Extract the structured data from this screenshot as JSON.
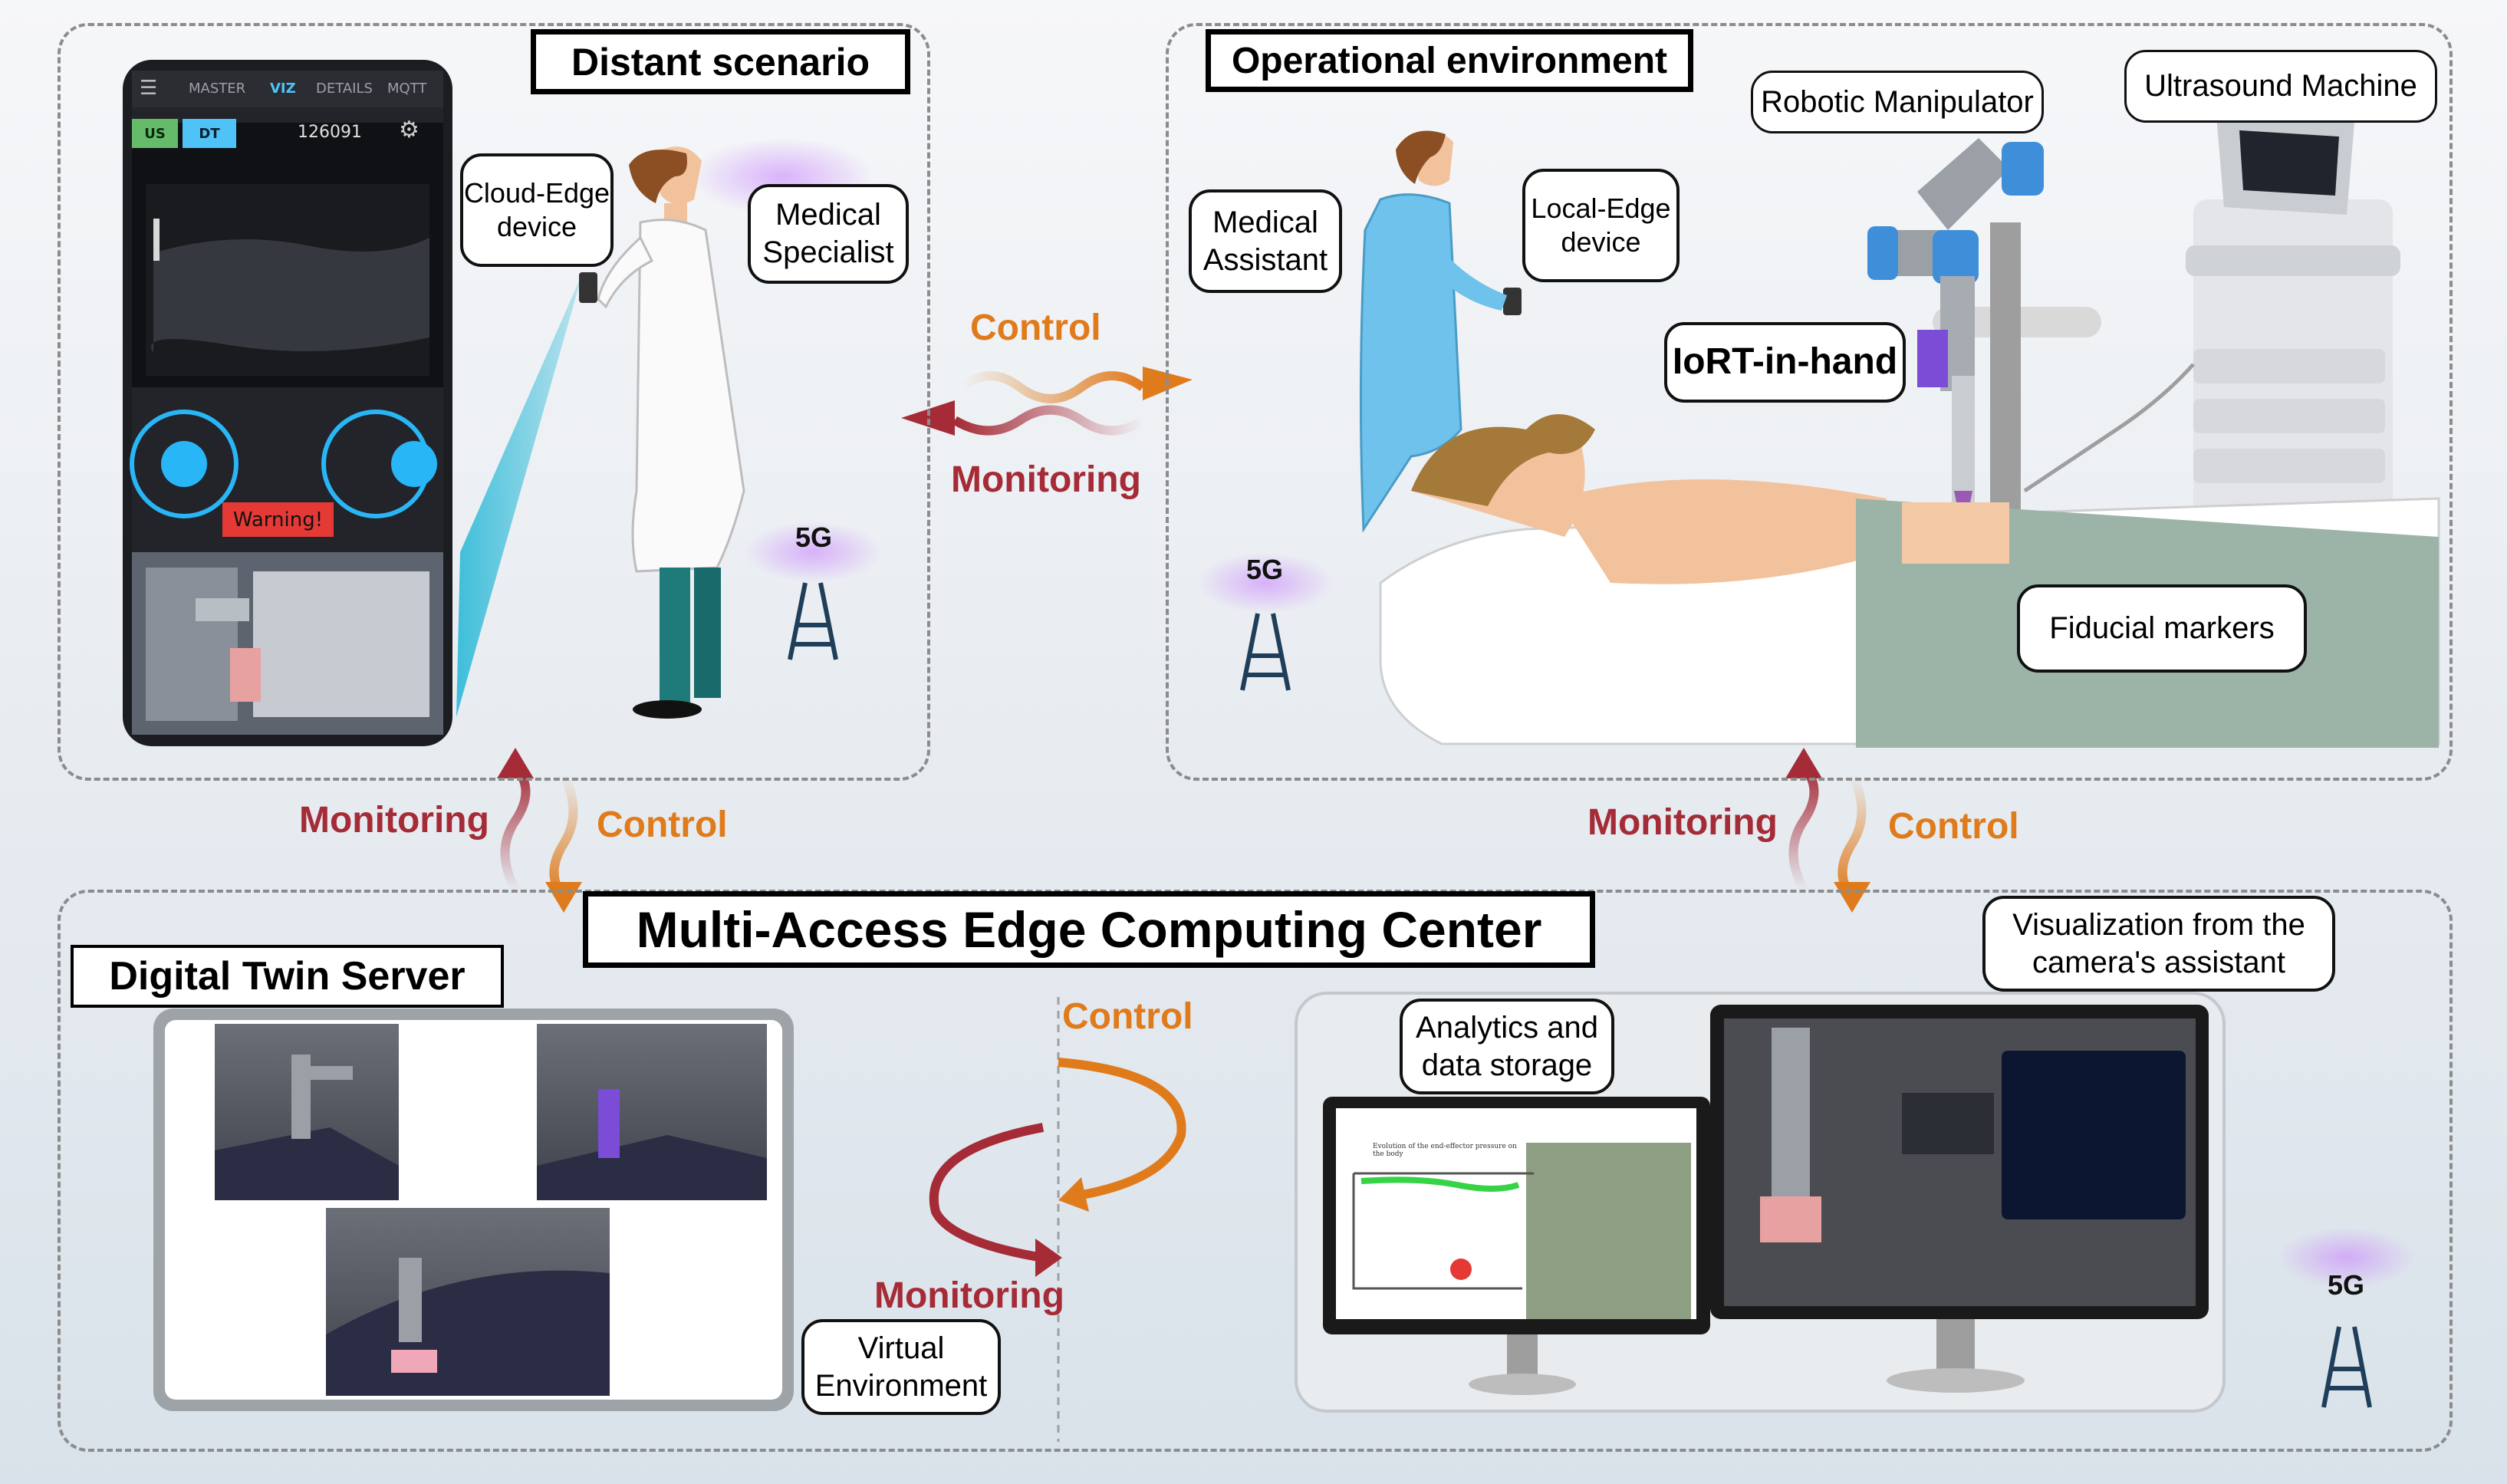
{
  "regions": {
    "distant": "Distant scenario",
    "operational": "Operational environment",
    "mec": "Multi-Access Edge Computing Center",
    "dt_server": "Digital Twin Server"
  },
  "labels": {
    "cloud_edge": "Cloud-Edge\ndevice",
    "medical_specialist": "Medical\nSpecialist",
    "medical_assistant": "Medical\nAssistant",
    "local_edge": "Local-Edge\ndevice",
    "robotic_manipulator": "Robotic Manipulator",
    "ultrasound_machine": "Ultrasound Machine",
    "iort_in_hand": "IoRT-in-hand",
    "fiducial_markers": "Fiducial markers",
    "visualization": "Visualization from the\ncamera's assistant",
    "analytics": "Analytics and\ndata storage",
    "virtual_env": "Virtual\nEnvironment"
  },
  "arrows": {
    "control": "Control",
    "monitoring": "Monitoring"
  },
  "network": {
    "tag": "5G"
  },
  "phone": {
    "tabs": [
      "MASTER",
      "VIZ",
      "DETAILS",
      "MQTT"
    ],
    "btn_us": "US",
    "btn_dt": "DT",
    "id_value": "126091",
    "warning": "Warning!"
  },
  "chart_title": "Evolution of the end-effector pressure on the body",
  "colors": {
    "control": "#e07b1c",
    "monitoring": "#a52b37",
    "region_border": "#8c8c8c",
    "phone_tab_active": "#4fc3f7",
    "warning": "#e53935"
  }
}
